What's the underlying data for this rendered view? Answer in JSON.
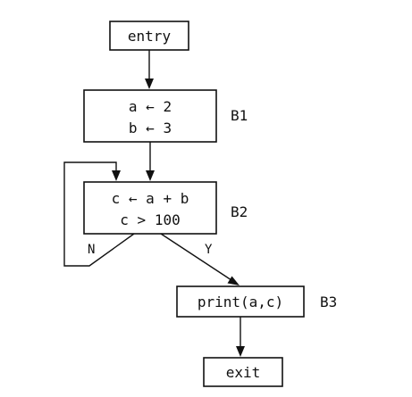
{
  "nodes": {
    "entry": {
      "text": "entry"
    },
    "b1": {
      "lines": [
        "a ← 2",
        "b ← 3"
      ],
      "label": "B1"
    },
    "b2": {
      "lines": [
        "c ← a + b",
        "c > 100"
      ],
      "label": "B2"
    },
    "b3": {
      "text": "print(a,c)",
      "label": "B3"
    },
    "exit": {
      "text": "exit"
    }
  },
  "edges": {
    "no_label": "N",
    "yes_label": "Y"
  }
}
